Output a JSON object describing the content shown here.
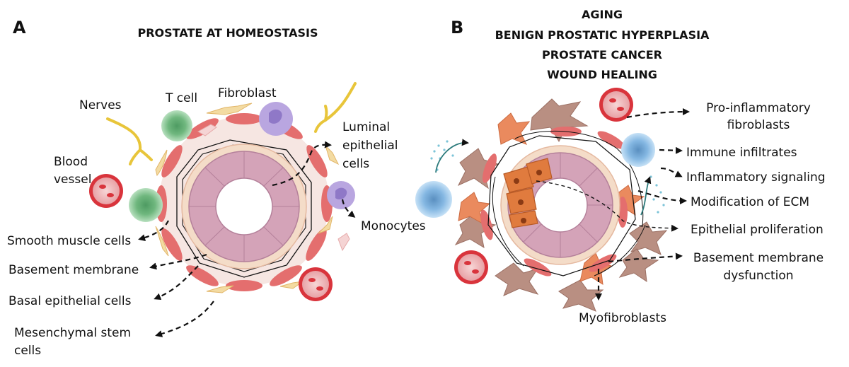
{
  "panel_a": {
    "letter": "A",
    "title": "PROSTATE AT HOMEOSTASIS",
    "labels": {
      "nerves": "Nerves",
      "t_cell": "T cell",
      "fibroblast": "Fibroblast",
      "luminal_1": "Luminal",
      "luminal_2": "epithelial",
      "luminal_3": "cells",
      "blood_1": "Blood",
      "blood_2": "vessel",
      "monocytes": "Monocytes",
      "smooth_muscle": "Smooth muscle cells",
      "basement_membrane": "Basement membrane",
      "basal_epithelial": "Basal epithelial cells",
      "msc_1": "Mesenchymal stem",
      "msc_2": "cells"
    }
  },
  "panel_b": {
    "letter": "B",
    "titles": [
      "AGING",
      "BENIGN PROSTATIC HYPERPLASIA",
      "PROSTATE CANCER",
      "WOUND HEALING"
    ],
    "labels": {
      "pro_inflammatory_1": "Pro-inflammatory",
      "pro_inflammatory_2": "fibroblasts",
      "immune_infiltrates": "Immune infiltrates",
      "inflammatory_signaling": "Inflammatory signaling",
      "ecm": "Modification of ECM",
      "epithelial_proliferation": "Epithelial proliferation",
      "bm_dysfunction_1": "Basement membrane",
      "bm_dysfunction_2": "dysfunction",
      "myofibroblasts": "Myofibroblasts"
    }
  },
  "colors": {
    "lumen_epithelium": "#d4a3b8",
    "basal_layer": "#f4dcc8",
    "smooth_muscle": "#e26d6d",
    "t_cell": "#8fcf9a",
    "monocyte": "#b9a6e0",
    "blood_cell": "#d9343c",
    "nerve": "#e8c53a",
    "cancer_cell": "#e07b3e",
    "myofibroblast": "#b98f82",
    "immune_blue": "#8cc3ea"
  },
  "icons": [
    "nerve-icon",
    "t-cell-icon",
    "fibroblast-icon",
    "monocyte-icon",
    "blood-vessel-icon",
    "gland-icon",
    "cancer-cell-icon",
    "myofibroblast-icon"
  ]
}
